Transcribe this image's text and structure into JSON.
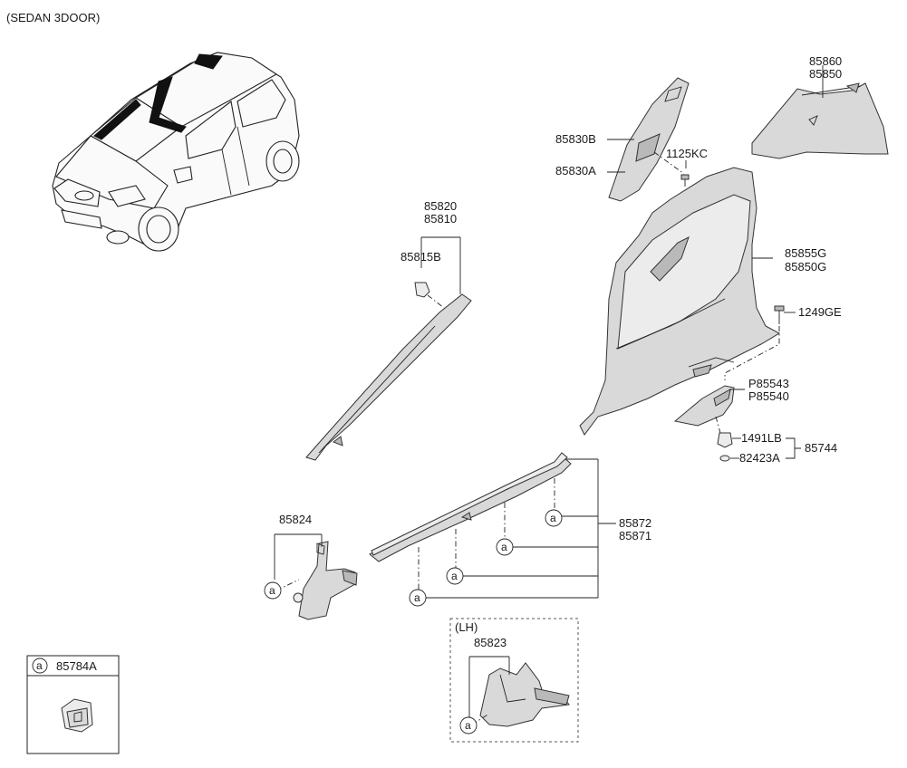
{
  "header": {
    "title": "(SEDAN 3DOOR)"
  },
  "labels": {
    "p85860": "85860",
    "p85850": "85850",
    "p85830B": "85830B",
    "p85830A": "85830A",
    "p1125KC": "1125KC",
    "p85820": "85820",
    "p85810": "85810",
    "p85815B": "85815B",
    "p85855G": "85855G",
    "p85850G": "85850G",
    "p1249GE": "1249GE",
    "pP85543": "P85543",
    "pP85540": "P85540",
    "p1491LB": "1491LB",
    "p85744": "85744",
    "p82423A": "82423A",
    "p85824": "85824",
    "p85872": "85872",
    "p85871": "85871",
    "lh": "(LH)",
    "p85823": "85823"
  },
  "callout_letter": "a",
  "legend": {
    "letter": "a",
    "part": "85784A"
  },
  "colors": {
    "line": "#222222",
    "part_fill": "#d9d9d9",
    "background": "#ffffff"
  }
}
